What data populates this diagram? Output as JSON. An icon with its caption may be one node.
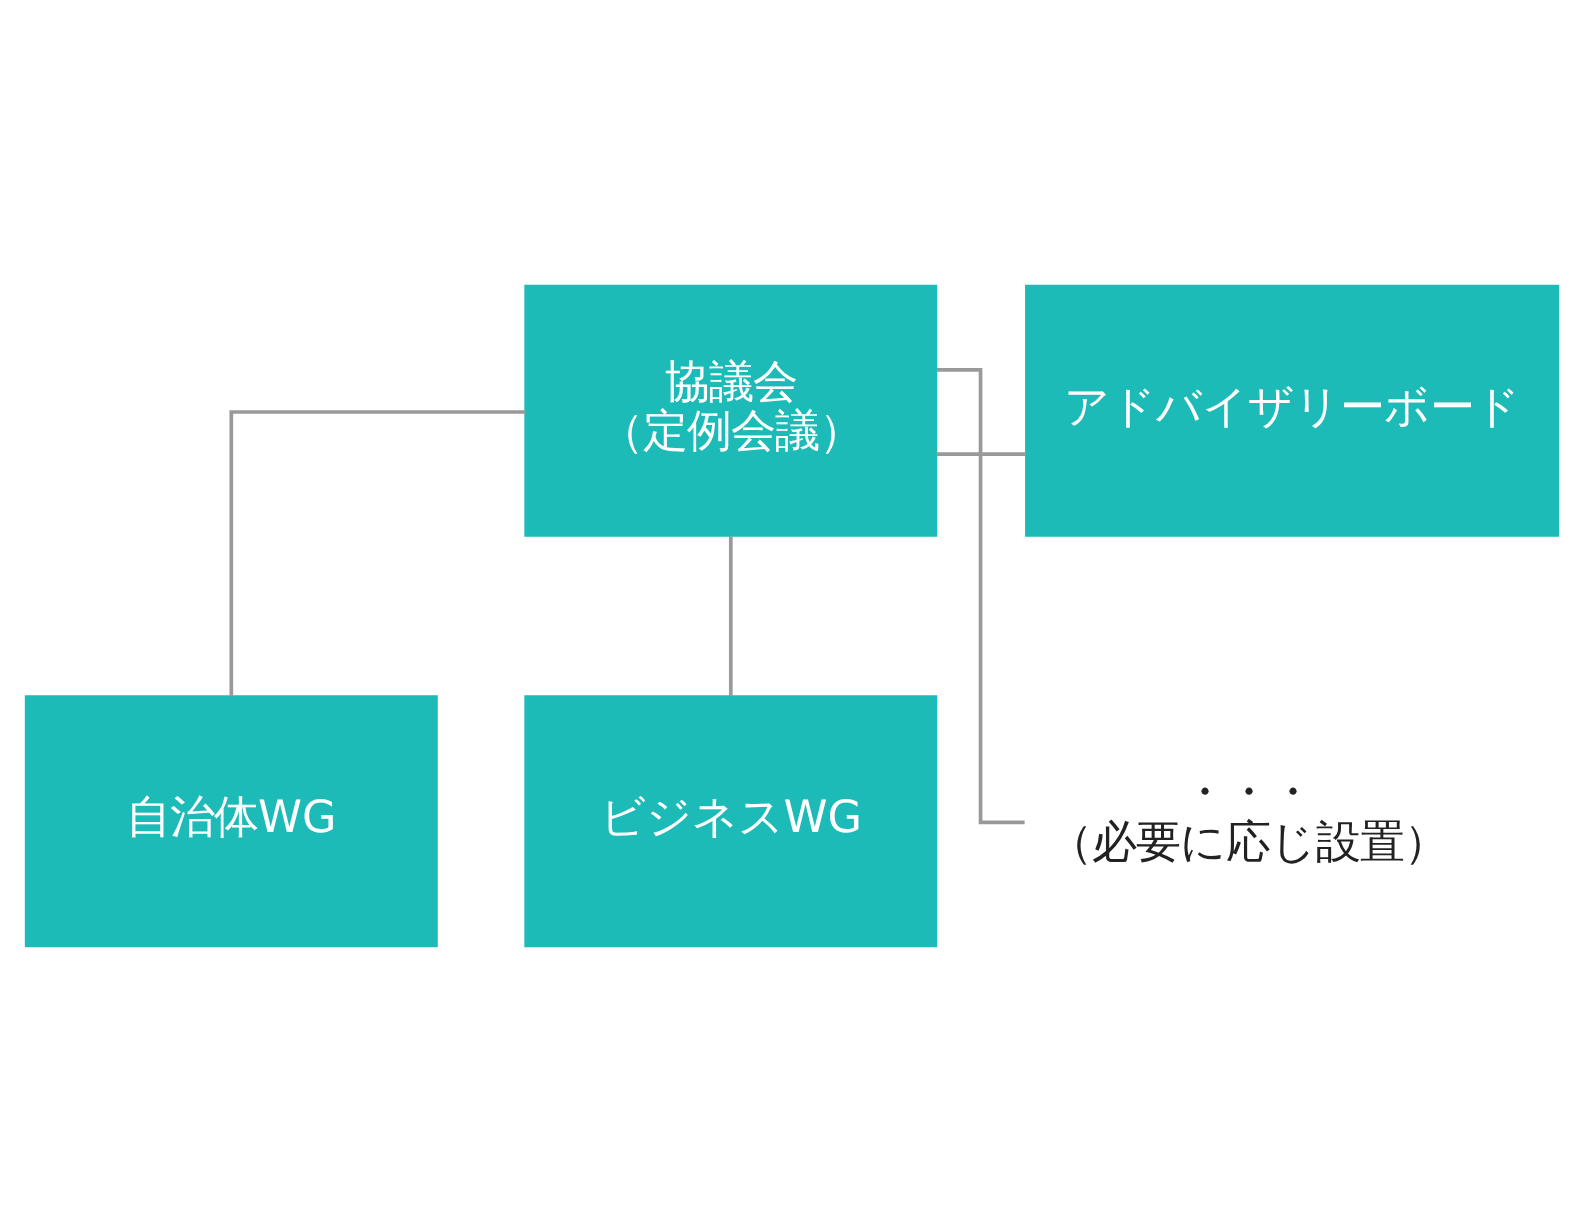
{
  "diagram": {
    "nodes": [
      {
        "text": [
          "協議会",
          "（定例会議）"
        ]
      },
      {
        "text": [
          "アドバイザリーボード"
        ]
      },
      {
        "text": [
          "自治体WG"
        ]
      },
      {
        "text": [
          "ビジネスWG"
        ]
      },
      {
        "text": [
          "・・・",
          "（必要に応じ設置）"
        ]
      }
    ],
    "edges": [
      {
        "from": 0,
        "to": 1,
        "arrow": "none"
      },
      {
        "from": 0,
        "to": 2,
        "arrow": "none"
      },
      {
        "from": 0,
        "to": 3,
        "arrow": "none"
      },
      {
        "from": 0,
        "to": 4,
        "arrow": "none"
      }
    ]
  }
}
